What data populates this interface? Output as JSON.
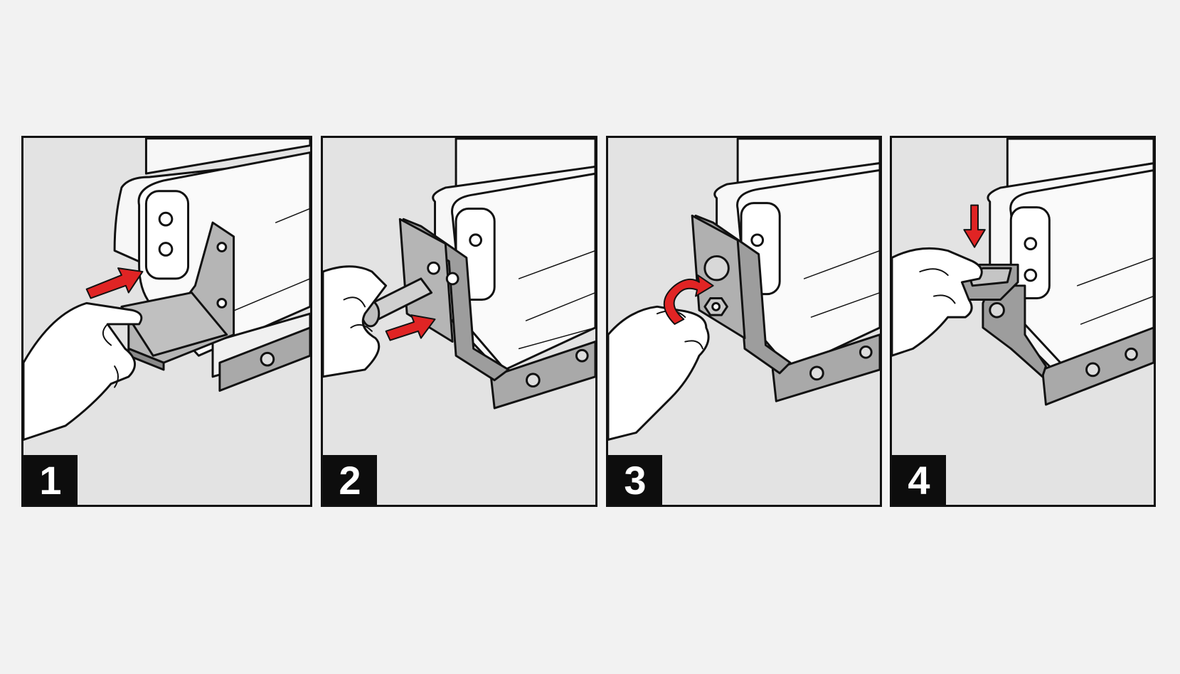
{
  "steps": [
    {
      "number": "1",
      "action": "slide-bracket"
    },
    {
      "number": "2",
      "action": "insert-pin"
    },
    {
      "number": "3",
      "action": "rotate-nut"
    },
    {
      "number": "4",
      "action": "press-clip"
    }
  ],
  "colors": {
    "background": "#f2f2f2",
    "panel_bg": "#e3e3e3",
    "outline": "#111111",
    "bracket": "#a9a9a9",
    "bracket_dark": "#8a8a8a",
    "housing": "#f7f7f7",
    "arrow": "#e02424",
    "skin": "#ffffff"
  },
  "icons": [
    "arrow-right-icon",
    "rotate-arrow-icon",
    "arrow-down-icon"
  ]
}
